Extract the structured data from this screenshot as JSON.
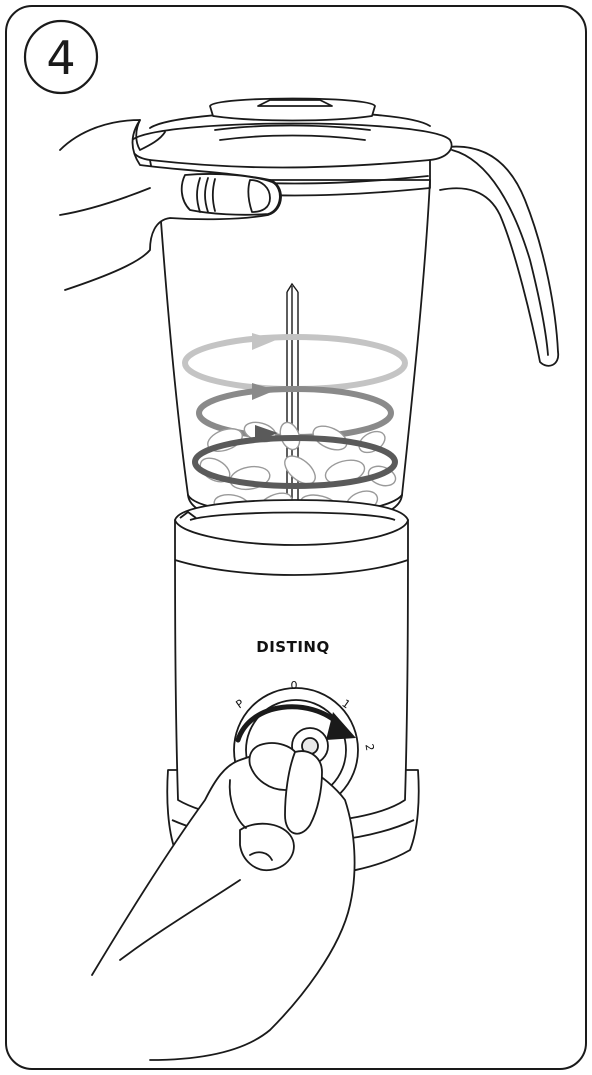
{
  "step": {
    "number": "4"
  },
  "blender": {
    "brand": "DISTINQ",
    "dial_labels": {
      "pulse": "P",
      "off": "0",
      "speed1": "1",
      "speed2": "2"
    }
  },
  "colors": {
    "line": "#1a1a1a",
    "arrow_light": "#c4c4c4",
    "arrow_mid": "#8a8a8a",
    "arrow_dark": "#5a5a5a",
    "background": "#ffffff"
  }
}
